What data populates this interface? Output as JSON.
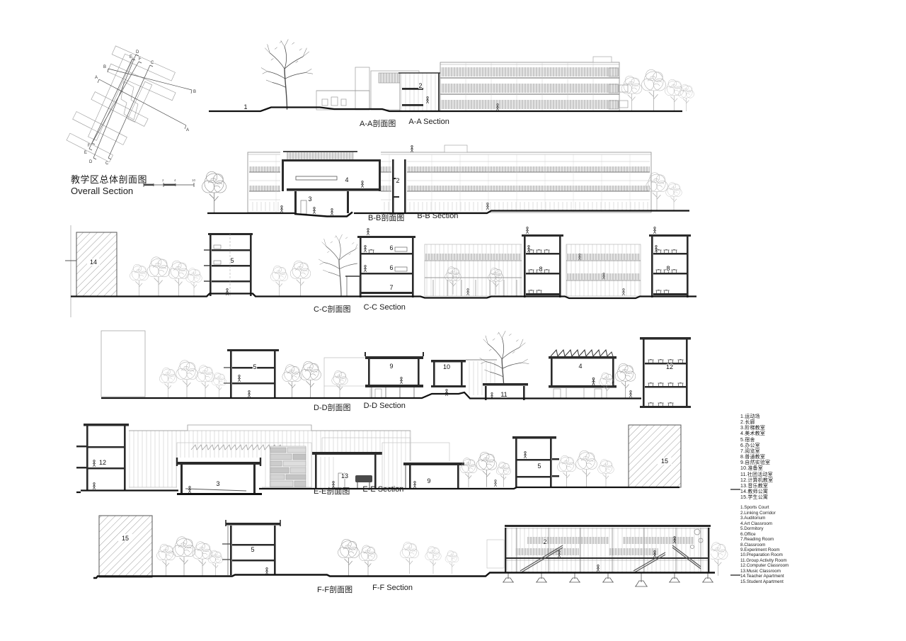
{
  "sheet": {
    "title_zh": "教学区总体剖面图",
    "title_en": "Overall Section"
  },
  "key_plan": {
    "markers": [
      "A",
      "B",
      "C",
      "D",
      "E",
      "F"
    ]
  },
  "scale_bar": {
    "ticks": [
      "0",
      "2",
      "4",
      "10"
    ]
  },
  "sections": {
    "aa": {
      "label_zh": "A-A剖面图",
      "label_en": "A-A Section",
      "annotations": [
        "1",
        "2"
      ]
    },
    "bb": {
      "label_zh": "B-B剖面图",
      "label_en": "B-B Section",
      "annotations": [
        "4",
        "2",
        "3"
      ]
    },
    "cc": {
      "label_zh": "C-C剖面图",
      "label_en": "C-C Section",
      "annotations": [
        "14",
        "5",
        "6",
        "6",
        "7",
        "8",
        "8"
      ]
    },
    "dd": {
      "label_zh": "D-D剖面图",
      "label_en": "D-D Section",
      "annotations": [
        "5",
        "9",
        "10",
        "11",
        "4",
        "12"
      ]
    },
    "ee": {
      "label_zh": "E-E剖面图",
      "label_en": "E-E Section",
      "annotations": [
        "12",
        "3",
        "13",
        "9",
        "5",
        "15"
      ]
    },
    "ff": {
      "label_zh": "F-F剖面图",
      "label_en": "F-F Section",
      "annotations": [
        "15",
        "5",
        "2"
      ]
    }
  },
  "legend": {
    "zh": [
      "1.运动场",
      "2.长廊",
      "3.阶梯教室",
      "4.美术教室",
      "5.宿舍",
      "6.办公室",
      "7.阅览室",
      "8.普通教室",
      "9.自然实验室",
      "10.准备室",
      "11.社团活动室",
      "12.计算机教室",
      "13.音乐教室",
      "14.教师公寓",
      "15.学生公寓"
    ],
    "en": [
      "1.Sports Court",
      "2.Linking Corridor",
      "3.Auditorium",
      "4.Art Classroom",
      "5.Dormitory",
      "6.Office",
      "7.Reading Room",
      "8.Classroom",
      "9.Experiment Room",
      "10.Preparation Room",
      "11.Group Activity Room",
      "12.Computer Classroom",
      "13.Music Classroom",
      "14.Teacher Apartment",
      "15.Student Apartment"
    ]
  },
  "colors": {
    "ink": "#1a1a1a",
    "cut": "#2b2b2b",
    "light_line": "#9a9a9a",
    "band": "#e3e3e3"
  }
}
